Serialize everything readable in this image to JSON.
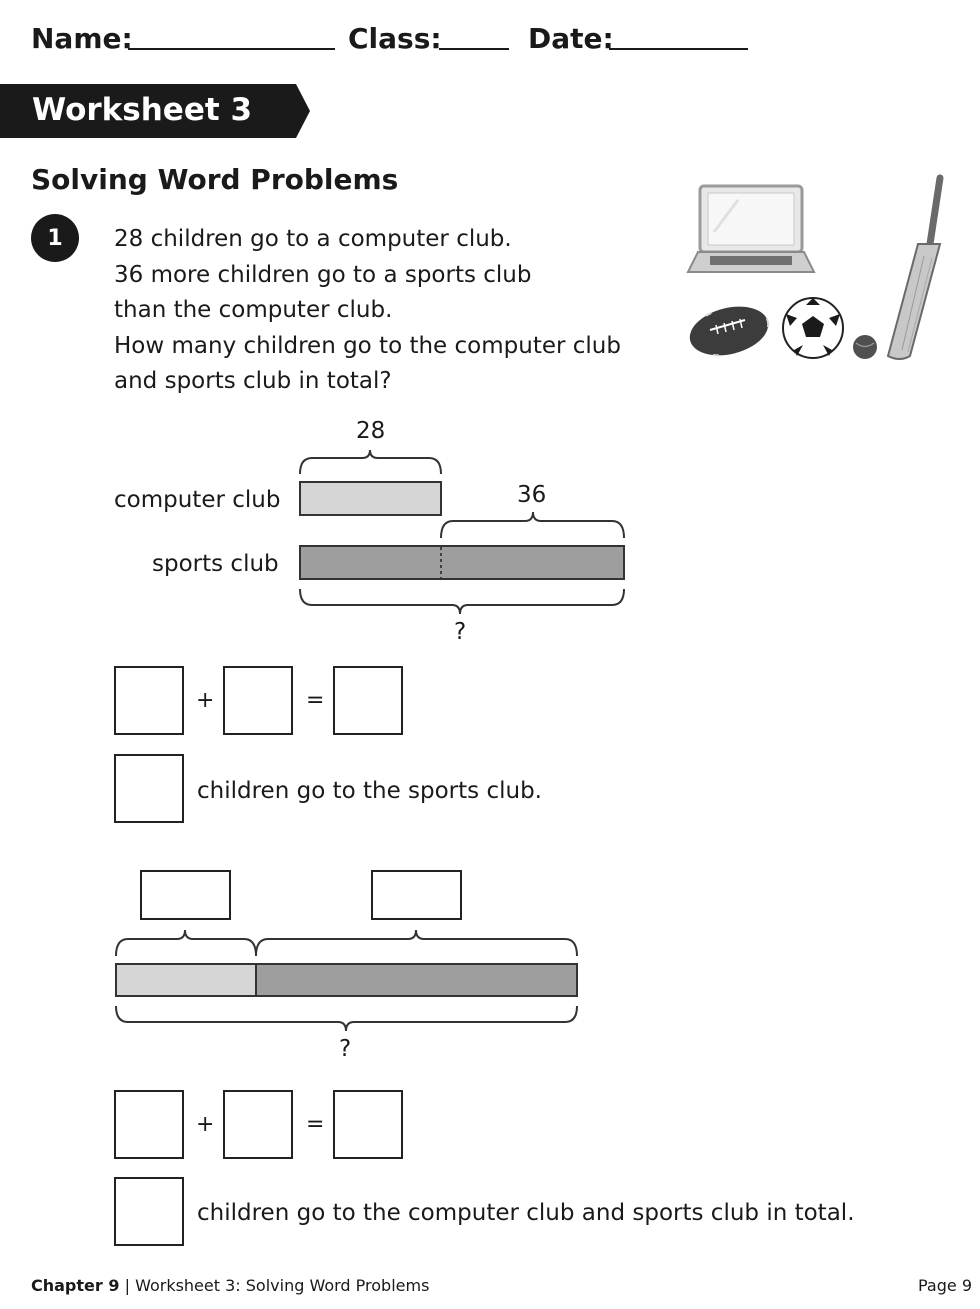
{
  "header": {
    "name_label": "Name:",
    "class_label": "Class:",
    "date_label": "Date:"
  },
  "banner": {
    "title": "Worksheet 3"
  },
  "section": {
    "title": "Solving Word Problems"
  },
  "question": {
    "number": "1",
    "lines": [
      "28 children go to a computer club.",
      "36 more children go to a sports club",
      "than the computer club.",
      "How many children go to the computer club",
      "and sports club in total?"
    ]
  },
  "bar_model_1": {
    "computer_value": "28",
    "more_value": "36",
    "computer_label": "computer club",
    "sports_label": "sports club",
    "total_label": "?"
  },
  "equation_1": {
    "plus": "+",
    "equals": "="
  },
  "answer_1": {
    "text": "children go to the sports club."
  },
  "bar_model_2": {
    "total_label": "?"
  },
  "equation_2": {
    "plus": "+",
    "equals": "="
  },
  "answer_2": {
    "text": "children go to the computer club and sports club in total."
  },
  "footer": {
    "chapter": "Chapter 9",
    "separator": "|",
    "worksheet": "Worksheet 3: Solving Word Problems",
    "page": "Page 9"
  },
  "colors": {
    "dark": "#1a1a1a",
    "bar_light": "#d6d6d6",
    "bar_dark": "#9e9e9e"
  },
  "icons": [
    "laptop-icon",
    "rugby-ball-icon",
    "football-icon",
    "cricket-ball-icon",
    "cricket-bat-icon"
  ]
}
